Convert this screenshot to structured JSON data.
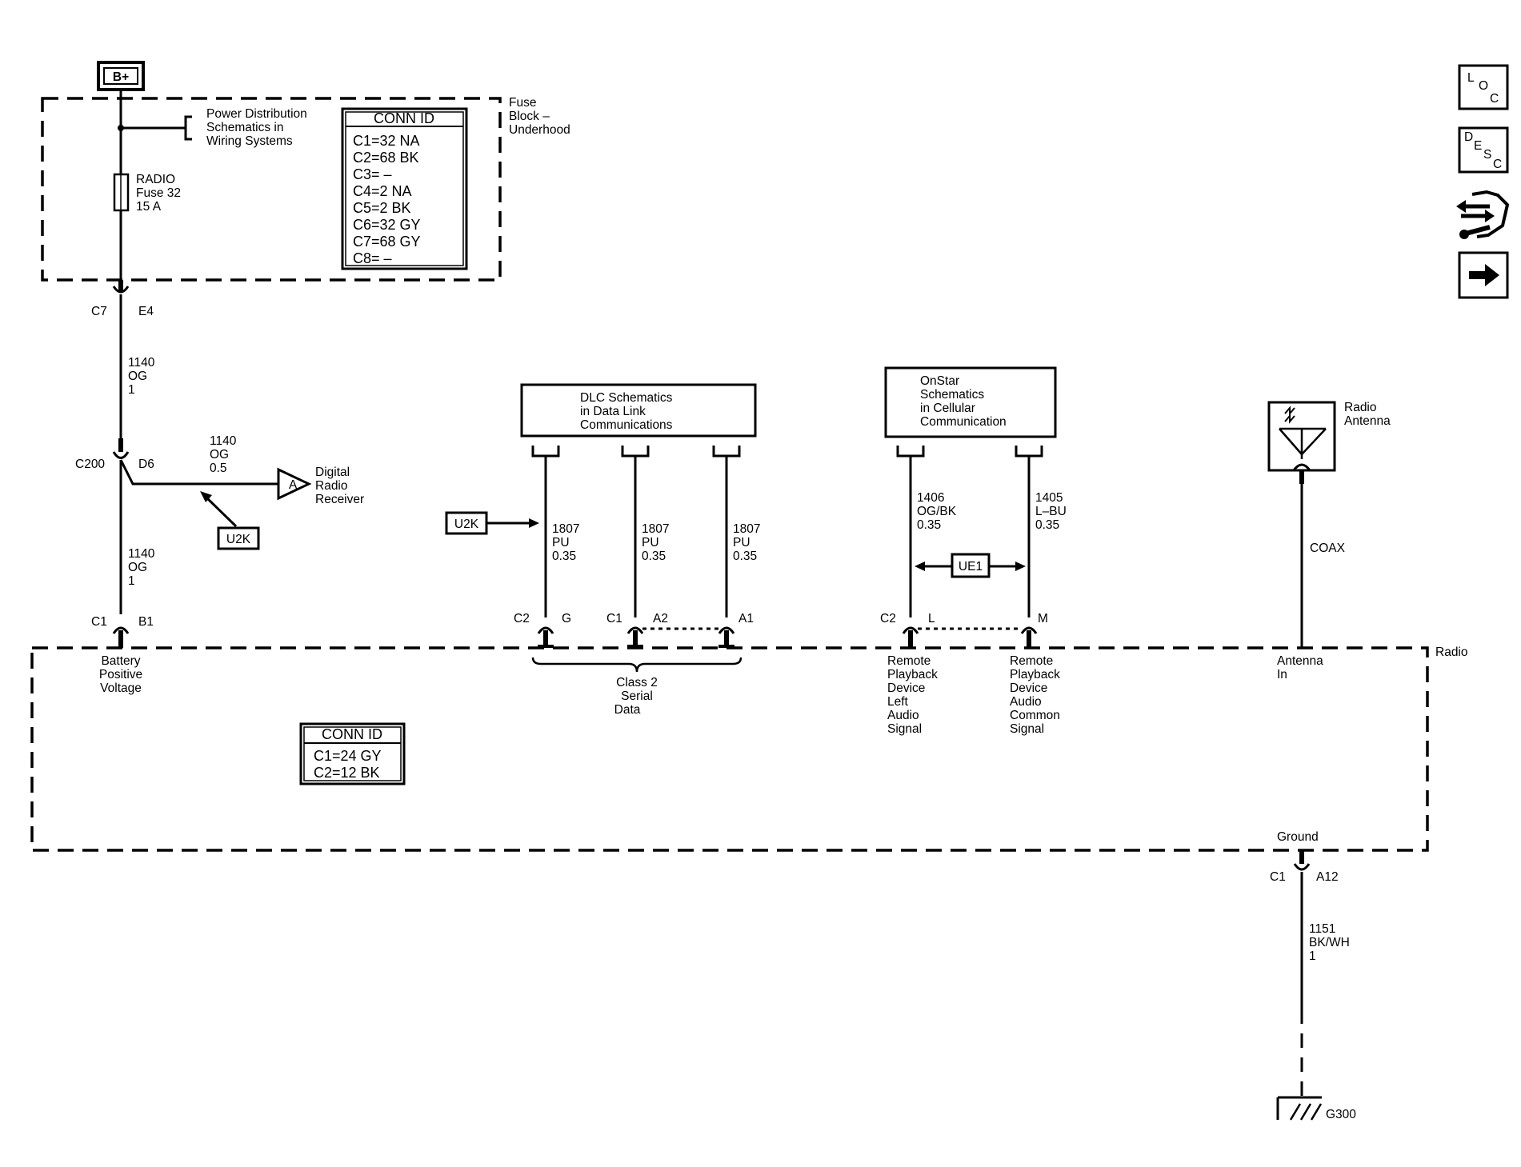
{
  "battery": {
    "label": "B+"
  },
  "fuse_block": {
    "title": [
      "Fuse",
      "Block –",
      "Underhood"
    ],
    "power_distribution_note": [
      "Power Distribution",
      "Schematics in",
      "Wiring Systems"
    ],
    "fuse": [
      "RADIO",
      "Fuse 32",
      "15 A"
    ],
    "conn_id": {
      "header": "CONN ID",
      "rows": [
        "C1=32 NA",
        "C2=68 BK",
        "C3= –",
        "C4=2 NA",
        "C5=2 BK",
        "C6=32 GY",
        "C7=68 GY",
        "C8= –"
      ]
    }
  },
  "connectors": {
    "c7": "C7",
    "e4": "E4",
    "c200": "C200",
    "d6": "D6",
    "c1_b1": "C1",
    "b1": "B1",
    "c2_g": "C2",
    "g": "G",
    "c1_a2": "C1",
    "a2": "A2",
    "a1": "A1",
    "c2_l": "C2",
    "l": "L",
    "m": "M",
    "c1_a12": "C1",
    "a12": "A12"
  },
  "wires": {
    "w1140_upper": [
      "1140",
      "OG",
      "1"
    ],
    "w1140_branch": [
      "1140",
      "OG",
      "0.5"
    ],
    "w1140_lower": [
      "1140",
      "OG",
      "1"
    ],
    "w1807_g": [
      "1807",
      "PU",
      "0.35"
    ],
    "w1807_a2": [
      "1807",
      "PU",
      "0.35"
    ],
    "w1807_a1": [
      "1807",
      "PU",
      "0.35"
    ],
    "w1406": [
      "1406",
      "OG/BK",
      "0.35"
    ],
    "w1405": [
      "1405",
      "L–BU",
      "0.35"
    ],
    "coax": "COAX",
    "w1151": [
      "1151",
      "BK/WH",
      "1"
    ]
  },
  "digital_radio": {
    "arrow_letter": "A",
    "label": [
      "Digital",
      "Radio",
      "Receiver"
    ]
  },
  "tags": {
    "u2k_1": "U2K",
    "u2k_2": "U2K",
    "ue1": "UE1"
  },
  "dlc_box": [
    "DLC Schematics",
    "in Data Link",
    "Communications"
  ],
  "onstar_box": [
    "OnStar",
    "Schematics",
    "in Cellular",
    "Communication"
  ],
  "antenna": [
    "Radio",
    "Antenna"
  ],
  "radio": {
    "title": "Radio",
    "battery_pin": [
      "Battery",
      "Positive",
      "Voltage"
    ],
    "class2": [
      "Class 2",
      "Serial",
      "Data"
    ],
    "remote_left": [
      "Remote",
      "Playback",
      "Device",
      "Left",
      "Audio",
      "Signal"
    ],
    "remote_common": [
      "Remote",
      "Playback",
      "Device",
      "Audio",
      "Common",
      "Signal"
    ],
    "antenna_in": [
      "Antenna",
      "In"
    ],
    "ground": "Ground",
    "conn_id": {
      "header": "CONN ID",
      "rows": [
        "C1=24 GY",
        "C2=12 BK"
      ]
    }
  },
  "ground_point": "G300",
  "side_icons": {
    "loc": [
      "L",
      "O",
      "C"
    ],
    "desc": [
      "D",
      "E",
      "S",
      "C"
    ],
    "icons": [
      "loc-icon",
      "desc-icon",
      "connector-tool-icon",
      "next-arrow-icon"
    ]
  }
}
